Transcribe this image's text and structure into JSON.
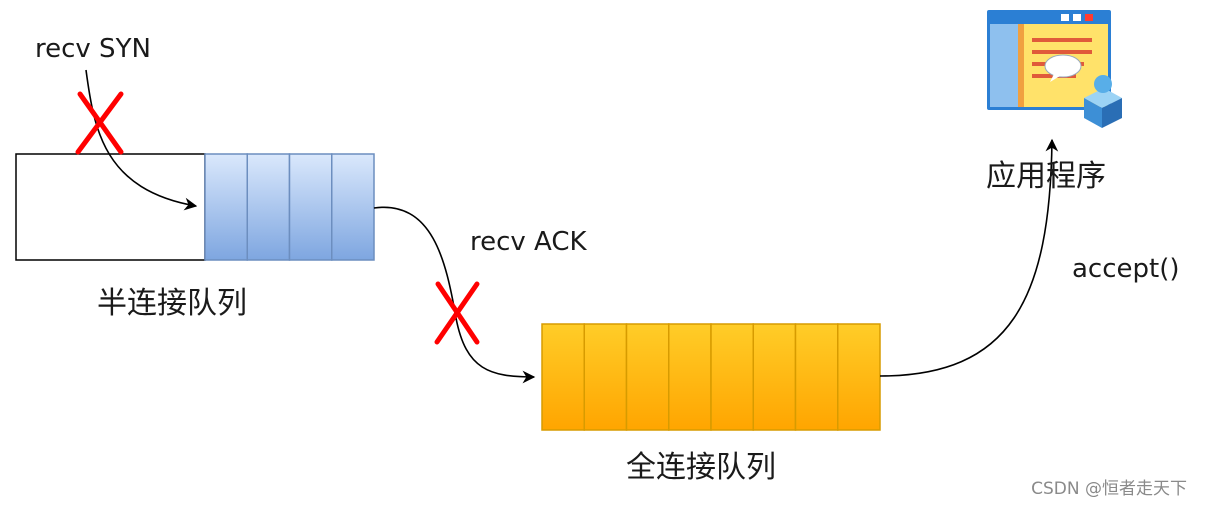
{
  "labels": {
    "recv_syn": "recv SYN",
    "recv_ack": "recv ACK",
    "half_queue": "半连接队列",
    "full_queue": "全连接队列",
    "application": "应用程序",
    "accept": "accept()"
  },
  "queues": {
    "half": {
      "cells": 4,
      "fill_top": "#dae8fc",
      "fill_bottom": "#7ea6e0",
      "stroke": "#6c8ebf"
    },
    "full": {
      "cells": 8,
      "fill_top": "#ffcd28",
      "fill_bottom": "#ffa500",
      "stroke": "#d79b00"
    }
  },
  "colors": {
    "cross": "#ff0000",
    "line": "#000000"
  },
  "icons": {
    "application": "application-window-user-icon"
  },
  "watermark": "CSDN @恒者走天下"
}
